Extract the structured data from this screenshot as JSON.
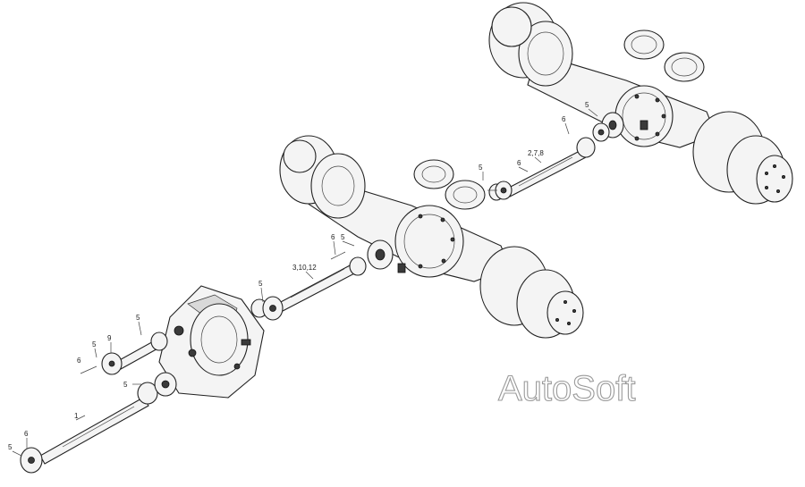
{
  "callouts": {
    "lbl_1": "1",
    "lbl_5_front_a": "5",
    "lbl_5_front_b": "5",
    "lbl_5_front_c": "5",
    "lbl_5_front_d": "5",
    "lbl_6_front": "6",
    "lbl_6_front_b": "6",
    "lbl_9": "9",
    "lbl_5_mid_a": "5",
    "lbl_5_mid_b": "5",
    "lbl_6_mid": "6",
    "lbl_3_10_12": "3,10,12",
    "lbl_5_rear_a": "5",
    "lbl_5_rear_b": "5",
    "lbl_6_rear": "6",
    "lbl_6_rear_b": "6",
    "lbl_2_7_8": "2,7,8"
  },
  "watermark": "AutoSoft"
}
